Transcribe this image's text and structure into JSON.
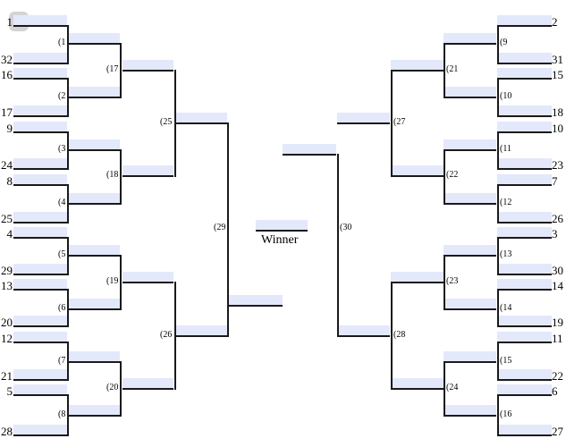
{
  "app": {
    "icon": "bracket-logo-icon"
  },
  "colors": {
    "slot_fill": "#e3e8fb",
    "line": "#1a1a1a"
  },
  "bracket": {
    "winner_label": "Winner",
    "left_seeds": [
      "1",
      "32",
      "16",
      "17",
      "9",
      "24",
      "8",
      "25",
      "4",
      "29",
      "13",
      "20",
      "12",
      "21",
      "5",
      "28"
    ],
    "right_seeds": [
      "2",
      "31",
      "15",
      "18",
      "10",
      "23",
      "7",
      "26",
      "3",
      "30",
      "14",
      "19",
      "11",
      "22",
      "6",
      "27"
    ],
    "left_games_r1": [
      "(1",
      "(2",
      "(3",
      "(4",
      "(5",
      "(6",
      "(7",
      "(8"
    ],
    "right_games_r1": [
      "(9",
      "(10",
      "(11",
      "(12",
      "(13",
      "(14",
      "(15",
      "(16"
    ],
    "left_games_r2": [
      "(17",
      "(18",
      "(19",
      "(20"
    ],
    "right_games_r2": [
      "(21",
      "(22",
      "(23",
      "(24"
    ],
    "left_games_r3": [
      "(25",
      "(26"
    ],
    "right_games_r3": [
      "(27",
      "(28"
    ],
    "left_game_r4": "(29",
    "right_game_r4": "(30"
  }
}
